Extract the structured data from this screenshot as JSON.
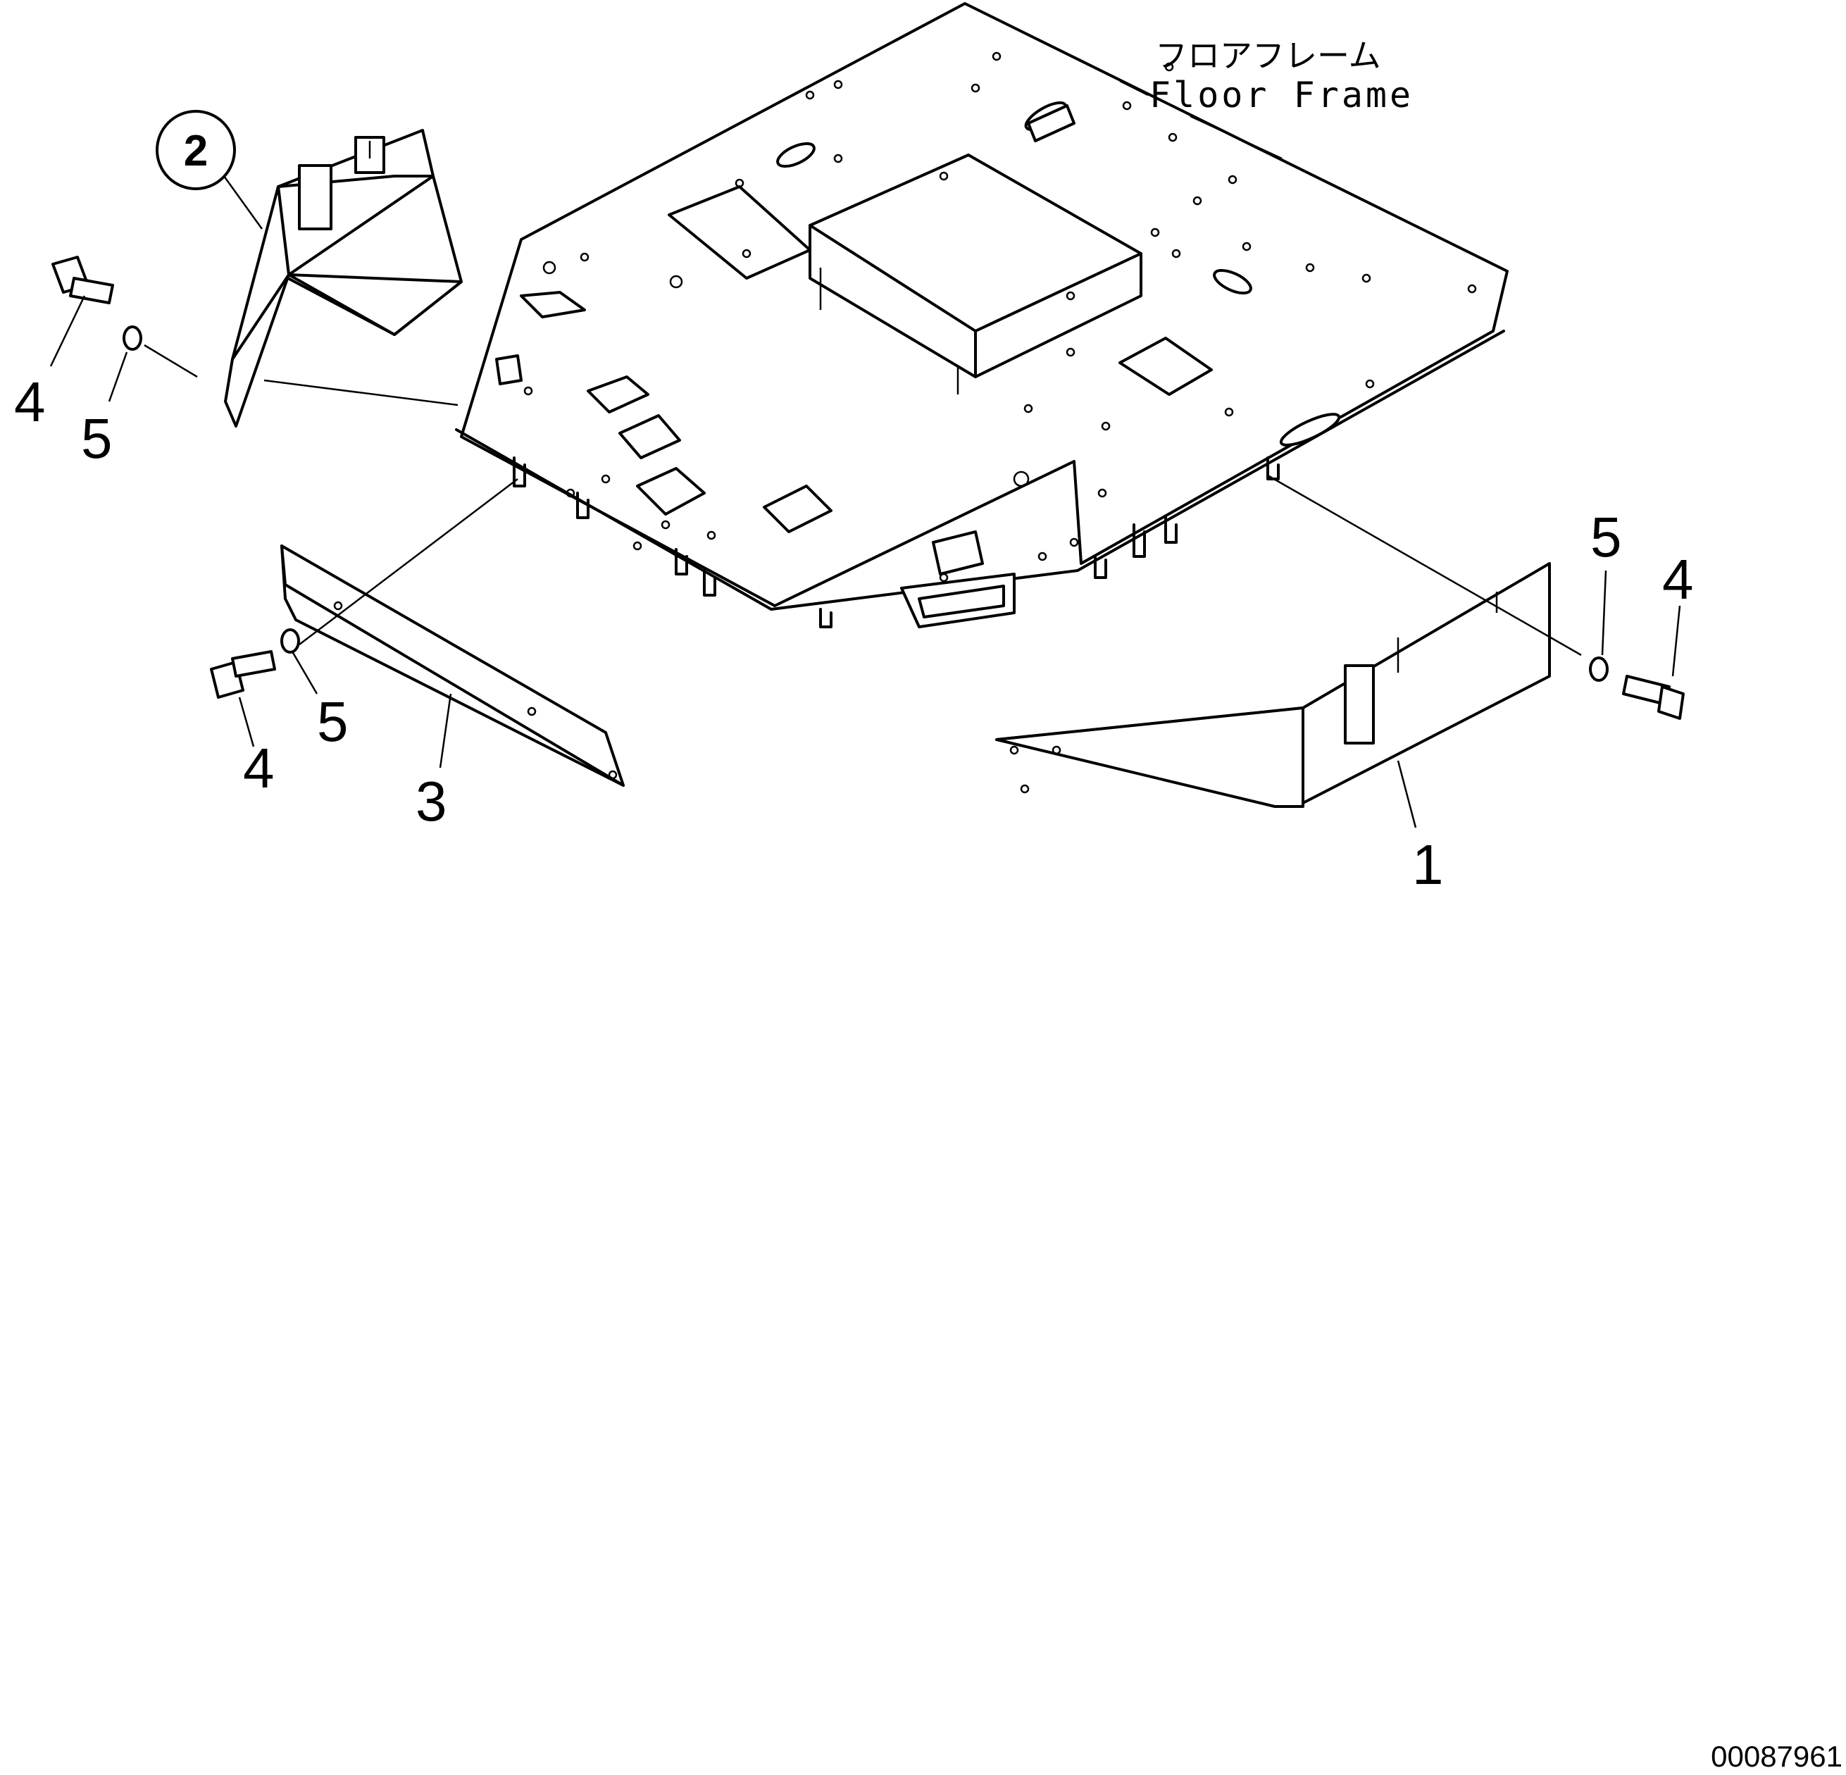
{
  "floor_frame": {
    "label_jp": "フロアフレーム",
    "label_en": "Floor Frame"
  },
  "callouts": {
    "part_1": "1",
    "part_2": "2",
    "part_3": "3",
    "part_4_left_top": "4",
    "part_5_left_top": "5",
    "part_4_left_bottom": "4",
    "part_5_left_bottom": "5",
    "part_4_right": "4",
    "part_5_right": "5"
  },
  "drawing_id": "00087961"
}
